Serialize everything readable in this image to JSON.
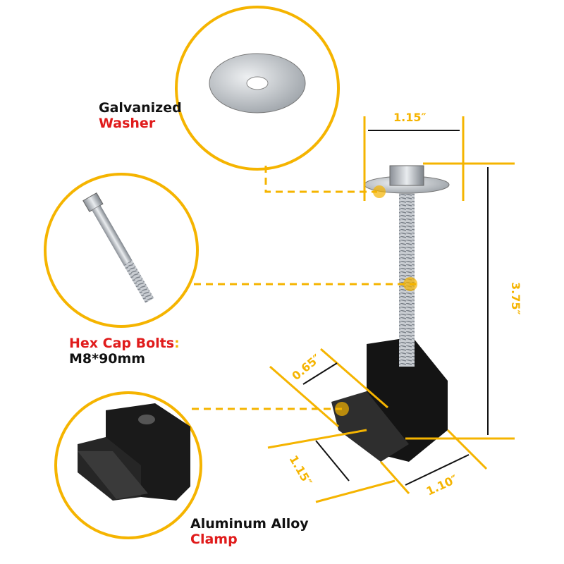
{
  "labels": {
    "washer": {
      "line1": "Galvanized",
      "line2": "Washer"
    },
    "bolt": {
      "line1": "Hex Cap Bolts",
      "colon": ":",
      "line2": "M8*90mm"
    },
    "clamp": {
      "line1": "Aluminum Alloy",
      "line2": "Clamp"
    }
  },
  "dimensions": {
    "washer_diameter": "1.15″",
    "bolt_height": "3.75″",
    "clamp_depth": "0.65″",
    "clamp_width": "1.15″",
    "clamp_length": "1.10″"
  },
  "colors": {
    "accent": "#f5b400",
    "label_red": "#e01b1b",
    "text": "#111111"
  }
}
